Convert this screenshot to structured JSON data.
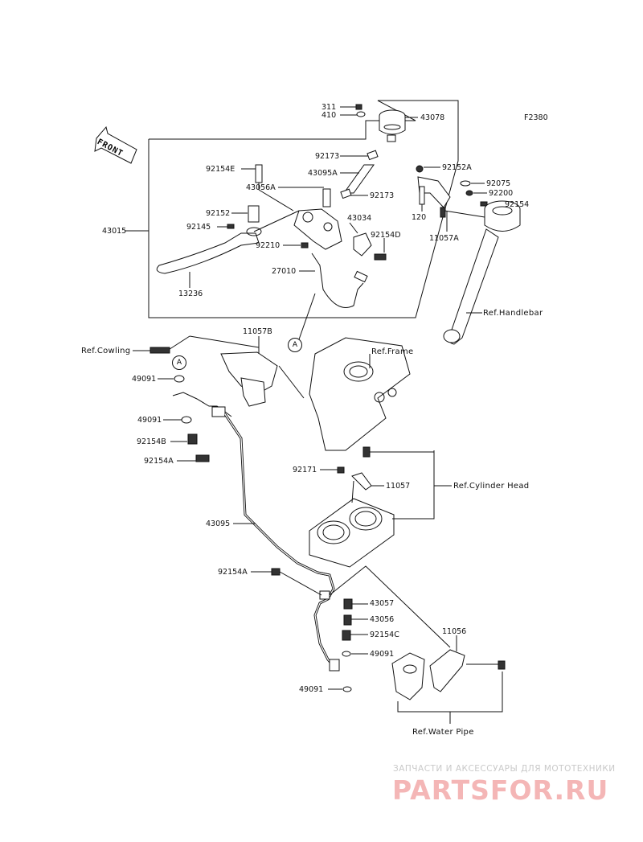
{
  "diagram_code": "F2380",
  "front_arrow": "FRONT",
  "callouts": {
    "a_top": "A",
    "a_mid": "A"
  },
  "parts": {
    "p311": "311",
    "p410": "410",
    "p43078": "43078",
    "p92173a": "92173",
    "p92152A": "92152A",
    "p92154E": "92154E",
    "p43095A": "43095A",
    "p92075": "92075",
    "p43056A": "43056A",
    "p92173b": "92173",
    "p92200": "92200",
    "p120": "120",
    "p92154": "92154",
    "p92152": "92152",
    "p43034": "43034",
    "p43015": "43015",
    "p92145": "92145",
    "p92154D": "92154D",
    "p11057A": "11057A",
    "p92210": "92210",
    "p27010": "27010",
    "p13236": "13236",
    "p11057B": "11057B",
    "p49091a": "49091",
    "p49091b": "49091",
    "p92154B": "92154B",
    "p92154A": "92154A",
    "p92171": "92171",
    "p11057": "11057",
    "p43095": "43095",
    "p92154A2": "92154A",
    "p43057": "43057",
    "p43056": "43056",
    "p92154C": "92154C",
    "p49091c": "49091",
    "p49091d": "49091",
    "p11056": "11056"
  },
  "refs": {
    "handlebar": "Ref.Handlebar",
    "cowling": "Ref.Cowling",
    "frame": "Ref.Frame",
    "cylinder_head": "Ref.Cylinder Head",
    "water_pipe": "Ref.Water Pipe"
  },
  "watermark": {
    "tagline": "ЗАПЧАСТИ И АКСЕССУАРЫ ДЛЯ МОТОТЕХНИКИ",
    "brand": "PARTSFOR.RU"
  },
  "colors": {
    "line": "#111111",
    "watermark_brand": "#f4b6b6",
    "watermark_tagline": "#c9c9c9"
  }
}
